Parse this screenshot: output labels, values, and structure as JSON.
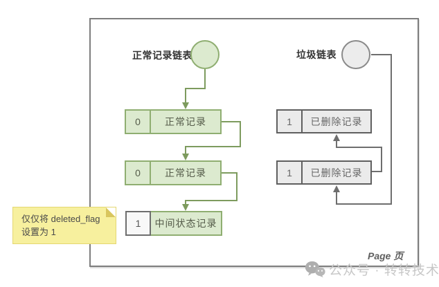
{
  "normal_chain": {
    "title": "正常记录链表",
    "nodes": [
      {
        "flag": "0",
        "label": "正常记录"
      },
      {
        "flag": "0",
        "label": "正常记录"
      },
      {
        "flag": "1",
        "label": "中间状态记录"
      }
    ]
  },
  "garbage_chain": {
    "title": "垃圾链表",
    "nodes": [
      {
        "flag": "1",
        "label": "已删除记录"
      },
      {
        "flag": "1",
        "label": "已删除记录"
      }
    ]
  },
  "note": {
    "line1": "仅仅将 deleted_flag",
    "line2": "设置为 1"
  },
  "footer": {
    "page_label": "Page 页"
  },
  "watermark": {
    "icon": "wechat-icon",
    "text": "公众号 · 转转技术"
  },
  "colors": {
    "green_fill": "#dceacf",
    "green_border": "#8fae71",
    "green_line": "#7d9b5e",
    "gray_fill": "#ebebeb",
    "gray_border": "#5f5f5f",
    "gray_line": "#6e6e6e",
    "note_fill": "#f7f09e",
    "frame_border": "#7d7d7d",
    "watermark_gray": "#c7c7c7"
  }
}
